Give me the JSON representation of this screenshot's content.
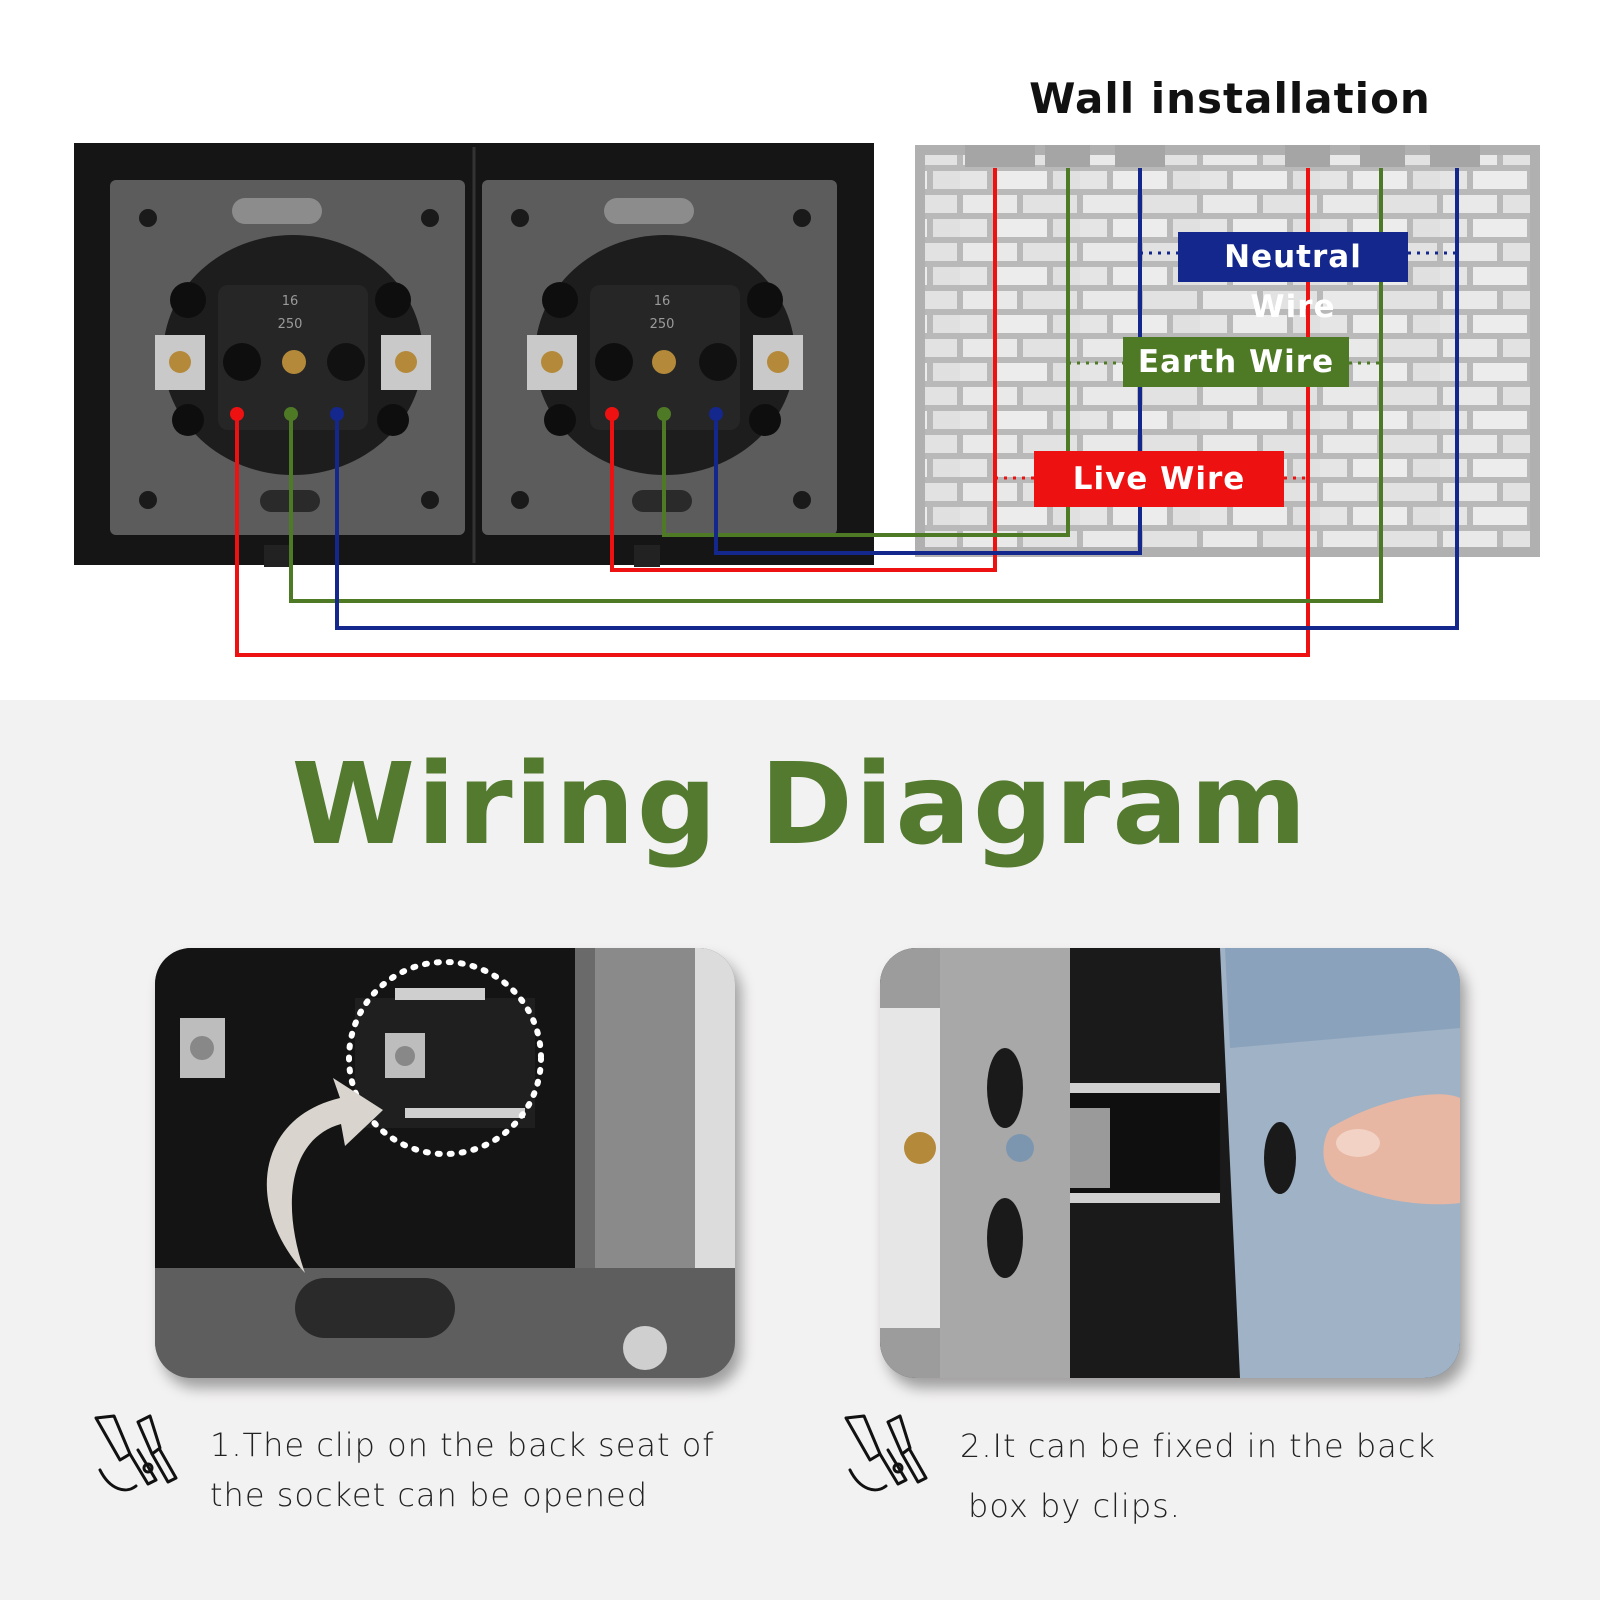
{
  "wall_installation": {
    "title": "Wall installation"
  },
  "wire_labels": {
    "neutral": "Neutral Wire",
    "earth": "Earth Wire",
    "live": "Live Wire"
  },
  "socket_rating": {
    "amps": "16",
    "volts": "250"
  },
  "colors": {
    "live": "#ee1111",
    "earth": "#4e7a26",
    "neutral": "#14278c",
    "title_green": "#537a2f"
  },
  "main_title": "Wiring Diagram",
  "steps": [
    {
      "icon": "clip-tool-icon",
      "line1": "1.The clip on the back seat of",
      "line2": "the socket can be opened"
    },
    {
      "icon": "clip-tool-icon",
      "line1": "2.It can be fixed in the back",
      "line2": "box by clips."
    }
  ]
}
